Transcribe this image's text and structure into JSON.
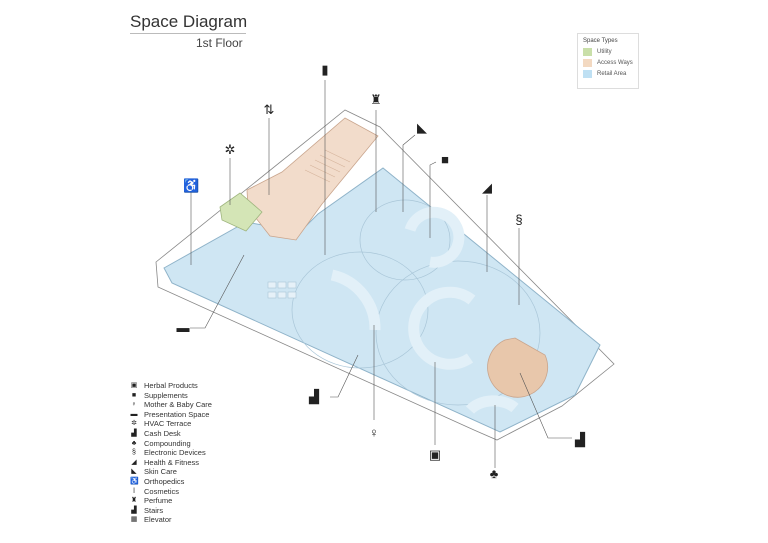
{
  "header": {
    "title": "Space Diagram",
    "subtitle": "1st Floor"
  },
  "space_types": {
    "heading": "Space Types",
    "items": [
      {
        "label": "Utility",
        "color": "#c9dfa9"
      },
      {
        "label": "Access Ways",
        "color": "#f3d9c1"
      },
      {
        "label": "Retail Area",
        "color": "#bfe0f3"
      }
    ]
  },
  "legend": [
    {
      "label": "Herbal Products",
      "glyph": "▣"
    },
    {
      "label": "Supplements",
      "glyph": "■"
    },
    {
      "label": "Mother & Baby Care",
      "glyph": "♀"
    },
    {
      "label": "Presentation Space",
      "glyph": "▬"
    },
    {
      "label": "HVAC Terrace",
      "glyph": "✲"
    },
    {
      "label": "Cash Desk",
      "glyph": "▟"
    },
    {
      "label": "Compounding",
      "glyph": "♣"
    },
    {
      "label": "Electronic Devices",
      "glyph": "§"
    },
    {
      "label": "Health & Fitness",
      "glyph": "◢"
    },
    {
      "label": "Skin Care",
      "glyph": "◣"
    },
    {
      "label": "Orthopedics",
      "glyph": "♿"
    },
    {
      "label": "Cosmetics",
      "glyph": "ǀ"
    },
    {
      "label": "Perfume",
      "glyph": "♜"
    },
    {
      "label": "Stairs",
      "glyph": "▟"
    },
    {
      "label": "Elevator",
      "glyph": "▦"
    }
  ]
}
